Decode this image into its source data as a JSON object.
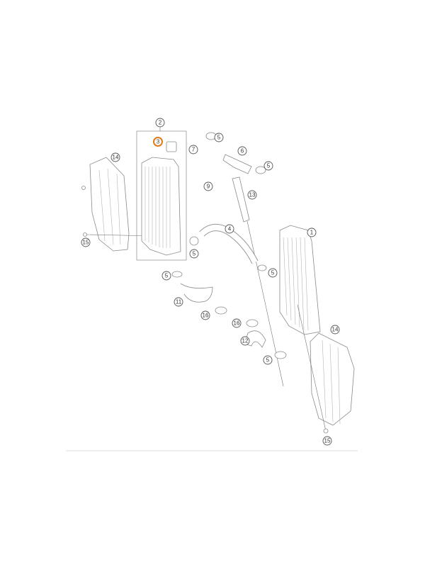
{
  "diagram": {
    "type": "exploded parts diagram - radiator assembly",
    "highlight_color": "#e07a1f",
    "callouts": [
      {
        "label": "2"
      },
      {
        "label": "3",
        "highlighted": true
      },
      {
        "label": "14"
      },
      {
        "label": "15"
      },
      {
        "label": "7"
      },
      {
        "label": "9"
      },
      {
        "label": "5"
      },
      {
        "label": "6"
      },
      {
        "label": "5"
      },
      {
        "label": "13"
      },
      {
        "label": "4"
      },
      {
        "label": "1"
      },
      {
        "label": "5"
      },
      {
        "label": "5"
      },
      {
        "label": "5"
      },
      {
        "label": "11"
      },
      {
        "label": "16"
      },
      {
        "label": "16"
      },
      {
        "label": "12"
      },
      {
        "label": "5"
      },
      {
        "label": "14"
      },
      {
        "label": "15"
      }
    ]
  }
}
